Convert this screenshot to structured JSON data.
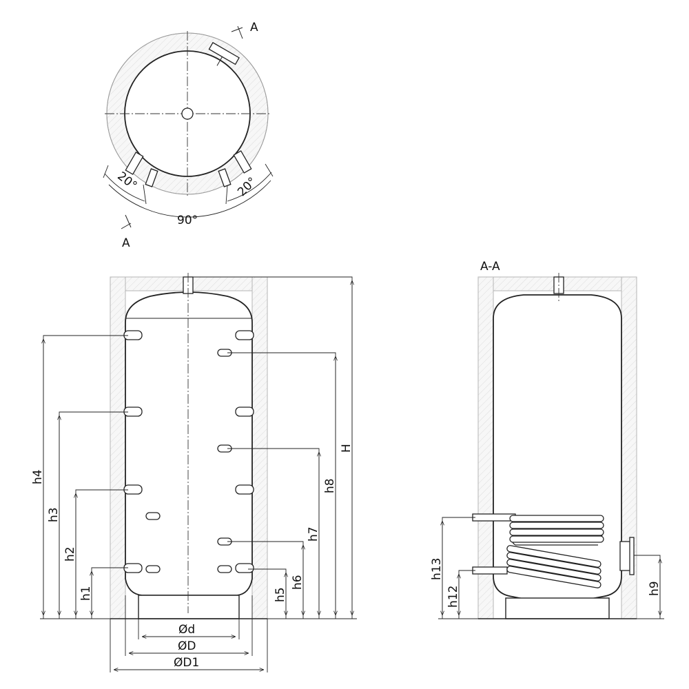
{
  "top_view": {
    "section_mark_top": "A",
    "section_mark_bottom": "A",
    "angle_left": "20°",
    "angle_right": "20°",
    "angle_bottom": "90°"
  },
  "front_view": {
    "heights_left": [
      "h1",
      "h2",
      "h3",
      "h4"
    ],
    "heights_right": [
      "h5",
      "h6",
      "h7",
      "h8",
      "H"
    ],
    "diameters": [
      "Ød",
      "ØD",
      "ØD1"
    ]
  },
  "section_view": {
    "title": "A-A",
    "heights_left": [
      "h12",
      "h13"
    ],
    "heights_right": [
      "h9"
    ]
  },
  "colors": {
    "line": "#222222",
    "insulation_hatch": "#d9d9d9"
  }
}
